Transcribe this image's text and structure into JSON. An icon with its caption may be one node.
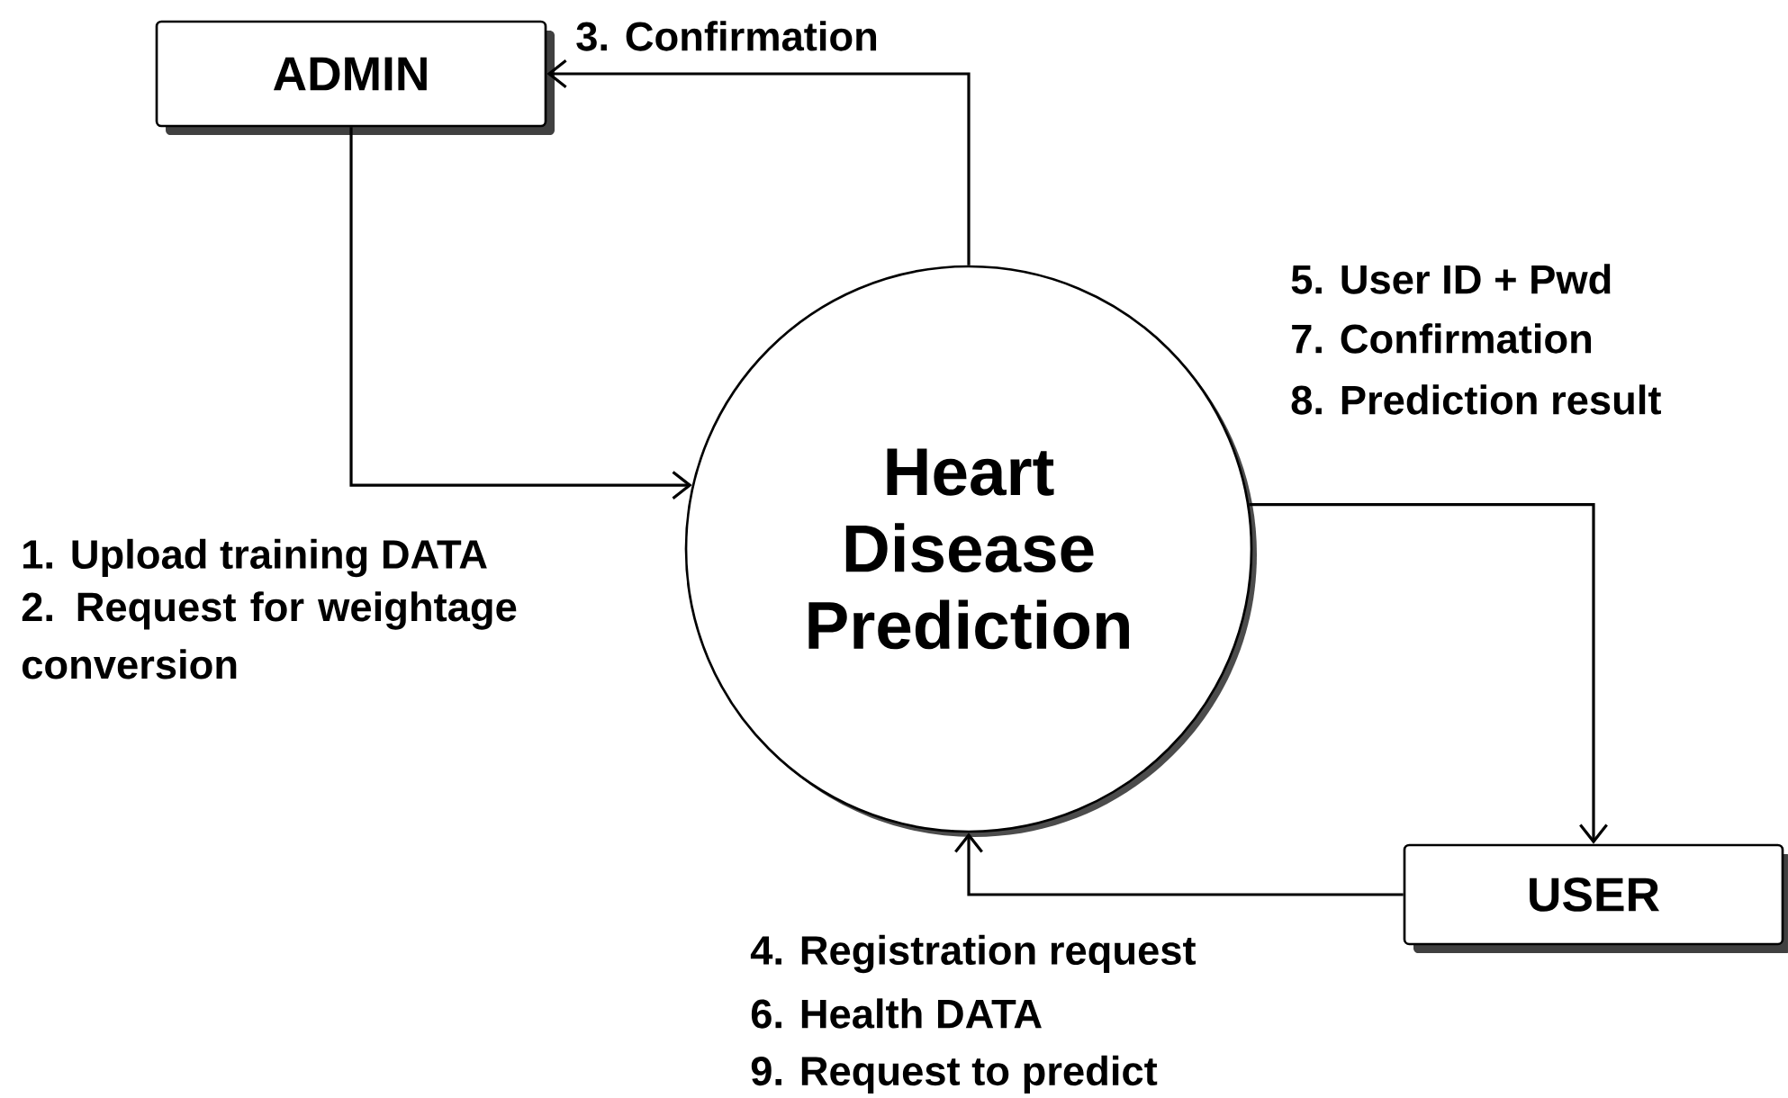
{
  "diagram": {
    "nodes": [
      {
        "text": [
          "ADMIN"
        ]
      },
      {
        "text": [
          "Heart Disease Prediction"
        ]
      },
      {
        "text": [
          "USER"
        ]
      }
    ],
    "edges": [
      {
        "from": 1,
        "to": 0,
        "arrow": "to",
        "label": "3. Confirmation"
      },
      {
        "from": 0,
        "to": 1,
        "arrow": "to",
        "label": "1. Upload training DATA"
      },
      {
        "from": 1,
        "to": 2,
        "arrow": "to",
        "label": "8. Prediction result"
      },
      {
        "from": 2,
        "to": 1,
        "arrow": "to",
        "label": "4. Registration request"
      }
    ],
    "labels": [
      "5. User ID + Pwd",
      "7. Confirmation",
      "2. Request for weightage conversion",
      "6. Health DATA",
      "9. Request to predict"
    ]
  }
}
